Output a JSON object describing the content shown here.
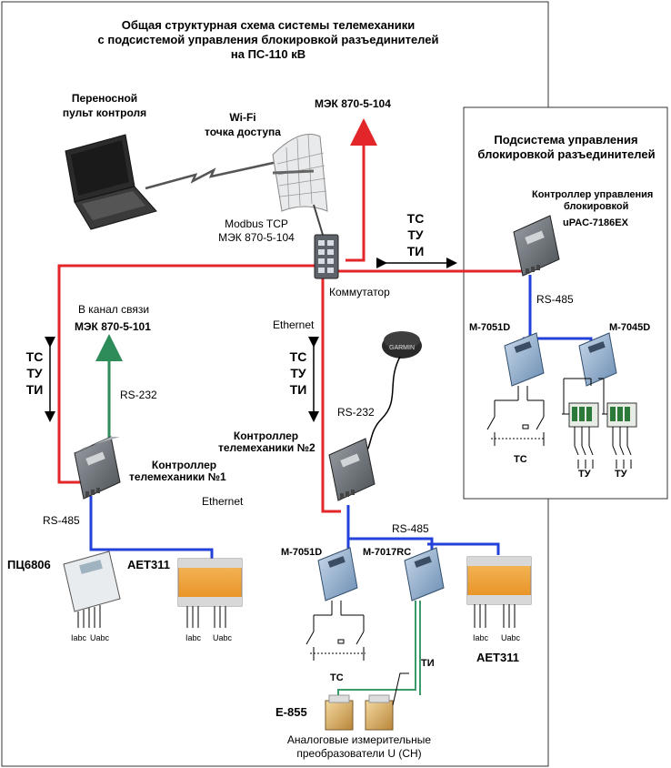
{
  "title": {
    "line1": "Общая структурная схема  системы телемеханики",
    "line2": "с подсистемой  управления блокировкой разъединителей",
    "line3": "на ПС-110 кВ"
  },
  "subsystem": {
    "line1": "Подсистема управления",
    "line2": "блокировкой разъединителей"
  },
  "laptop": {
    "line1": "Переносной",
    "line2": "пульт контроля"
  },
  "wifi": {
    "line1": "Wi-Fi",
    "line2": "точка доступа"
  },
  "protocols": {
    "iec104_top": "МЭК 870-5-104",
    "modbus_line1": "Modbus TCP",
    "modbus_line2": "МЭК 870-5-104",
    "channel_caption": "В канал связи",
    "iec101": "МЭК 870-5-101"
  },
  "switch_label": "Коммутатор",
  "signals": {
    "ts": "ТС",
    "tu": "ТУ",
    "ti": "ТИ"
  },
  "interfaces": {
    "rs485": "RS-485",
    "rs232": "RS-232",
    "ethernet": "Ethernet"
  },
  "devices": {
    "block_ctrl_line1": "Контроллер управления",
    "block_ctrl_line2": "блокировкой",
    "upac": "uPAC-7186EX",
    "m7051d": "M-7051D",
    "m7045d": "M-7045D",
    "m7017rc": "M-7017RC",
    "tm1_line1": "Контроллер",
    "tm1_line2": "телемеханики №1",
    "tm2_line1": "Контроллер",
    "tm2_line2": "телемеханики №2",
    "meter": "ПЦ6806",
    "aet311": "АЕТ311",
    "e855": "Е-855",
    "garmin": "GARMIN"
  },
  "terminals": {
    "iabc": "Iabc",
    "uabc": "Uabc"
  },
  "converters": {
    "line1": "Аналоговые измерительные",
    "line2": "преобразователи U  (СН)"
  },
  "colors": {
    "ethernet": "#e3262a",
    "rs485": "#2340d8",
    "rs232": "#2e8b5a",
    "analog": "#3c9a6a",
    "border": "#333333",
    "device_grey": "#707579",
    "device_blue": "#8aa9c8",
    "orange": "#f2a23a"
  }
}
